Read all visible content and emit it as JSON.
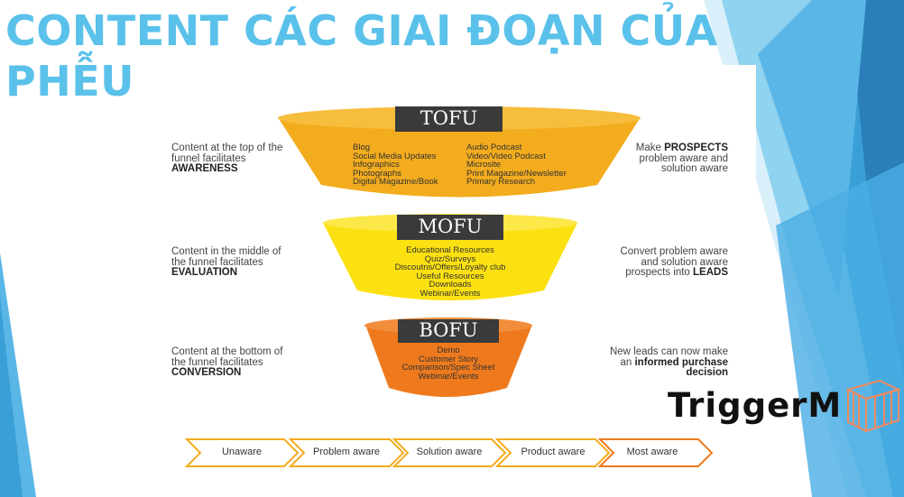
{
  "slide": {
    "title_line1": "CONTENT CÁC GIAI ĐOẠN CỦA",
    "title_line2": "PHỄU",
    "title_color": "#5ac1ea"
  },
  "funnel": {
    "tofu": {
      "label": "TOFU",
      "color": "#f3ac1e",
      "left_text": [
        "Content at the top of the",
        "funnel facilitates"
      ],
      "left_bold": "AWARENESS",
      "right_plain_1": "Make ",
      "right_bold": "PROSPECTS",
      "right_rest": [
        "problem aware and",
        "solution aware"
      ],
      "col1": [
        "Blog",
        "Social Media Updates",
        "Infographics",
        "Photographs",
        "Digital Magazine/Book"
      ],
      "col2": [
        "Audio Podcast",
        "Video/Video Podcast",
        "Microsite",
        "Print Magazine/Newsletter",
        "Primary Research"
      ]
    },
    "mofu": {
      "label": "MOFU",
      "color": "#fbe111",
      "left_text": [
        "Content in the middle of",
        "the funnel facilitates"
      ],
      "left_bold": "EVALUATION",
      "right_text": [
        "Convert problem aware",
        "and solution aware"
      ],
      "right_last_plain": "prospects into ",
      "right_bold": "LEADS",
      "items": [
        "Educational Resources",
        "Quiz/Surveys",
        "Discoutns/Offers/Loyalty club",
        "Useful Resources",
        "Downloads",
        "Webinar/Events"
      ]
    },
    "bofu": {
      "label": "BOFU",
      "color": "#ee7a1d",
      "left_text": [
        "Content at the bottom of",
        "the funnel facilitates"
      ],
      "left_bold": "CONVERSION",
      "right_text": [
        "New leads can now make"
      ],
      "right_an": "an ",
      "right_bold_1": "informed purchase",
      "right_bold_2": "decision",
      "items": [
        "Demo",
        "Customer Story",
        "Comparison/Spec Sheet",
        "Webinar/Events"
      ]
    }
  },
  "awareness_stages": [
    "Unaware",
    "Problem aware",
    "Solution aware",
    "Product aware",
    "Most aware"
  ],
  "logo": {
    "text": "TriggerM"
  }
}
